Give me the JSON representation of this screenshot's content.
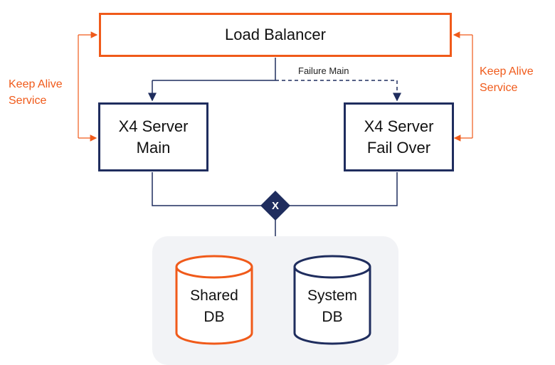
{
  "load_balancer": {
    "label": "Load Balancer"
  },
  "servers": {
    "main": {
      "line1": "X4 Server",
      "line2": "Main"
    },
    "failover": {
      "line1": "X4 Server",
      "line2": "Fail Over"
    }
  },
  "keep_alive": {
    "left": {
      "line1": "Keep Alive",
      "line2": "Service"
    },
    "right": {
      "line1": "Keep Alive",
      "line2": "Service"
    }
  },
  "failure_label": "Failure Main",
  "gateway": {
    "symbol": "X"
  },
  "databases": {
    "shared": {
      "line1": "Shared",
      "line2": "DB"
    },
    "system": {
      "line1": "System",
      "line2": "DB"
    }
  },
  "colors": {
    "orange": "#f05a1a",
    "navy": "#1f2d5e",
    "db_group_bg": "#f2f3f6"
  }
}
